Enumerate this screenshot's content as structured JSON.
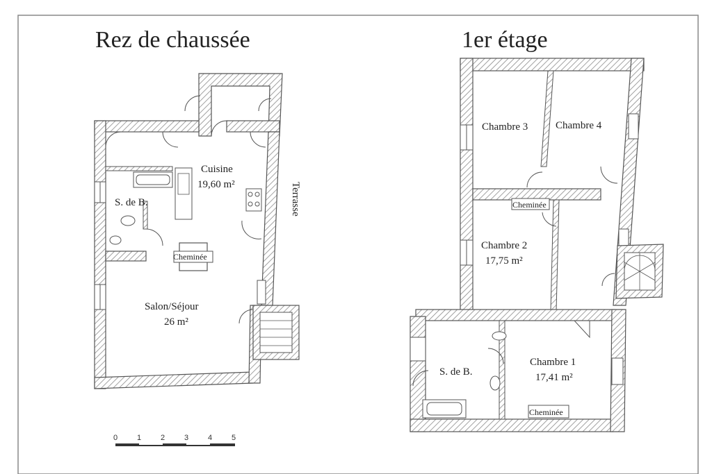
{
  "ground_floor": {
    "title": "Rez de chaussée",
    "kitchen_name": "Cuisine",
    "kitchen_area": "19,60 m²",
    "bathroom": "S. de B.",
    "fireplace": "Cheminée",
    "living_name": "Salon/Séjour",
    "living_area": "26 m²",
    "terrace": "Terrasse"
  },
  "first_floor": {
    "title": "1er étage",
    "bedroom3": "Chambre 3",
    "bedroom4": "Chambre 4",
    "fireplace_upper": "Cheminée",
    "bedroom2_name": "Chambre 2",
    "bedroom2_area": "17,75 m²",
    "bathroom": "S. de B.",
    "bedroom1_name": "Chambre 1",
    "bedroom1_area": "17,41 m²",
    "fireplace_lower": "Cheminée"
  },
  "scale_bar": {
    "ticks": [
      "0",
      "1",
      "2",
      "3",
      "4",
      "5"
    ]
  },
  "colors": {
    "wall": "#555555",
    "hatch": "#888888",
    "text": "#222222"
  }
}
